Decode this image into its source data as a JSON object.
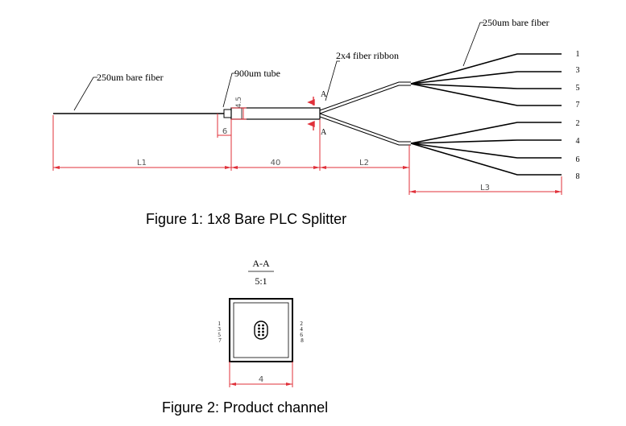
{
  "figure1": {
    "caption": "Figure 1: 1x8 Bare PLC Splitter",
    "labels": {
      "bare_fiber_left": "250um bare fiber",
      "tube": "900um tube",
      "ribbon": "2x4 fiber ribbon",
      "bare_fiber_right": "250um bare fiber",
      "section_a_top": "A",
      "section_a_bottom": "A"
    },
    "dimensions": {
      "l1": "L1",
      "forty": "40",
      "l2": "L2",
      "l3": "L3",
      "six": "6",
      "four_five": "4.5"
    },
    "channels_upper": [
      "1",
      "3",
      "5",
      "7"
    ],
    "channels_lower": [
      "2",
      "4",
      "6",
      "8"
    ]
  },
  "figure2": {
    "caption": "Figure 2: Product channel",
    "section_title": "A-A",
    "scale": "5:1",
    "left_channels": "1357",
    "right_channels": "2468",
    "width_dim": "4"
  },
  "colors": {
    "line": "#000000",
    "dimension": "#e0303a"
  }
}
